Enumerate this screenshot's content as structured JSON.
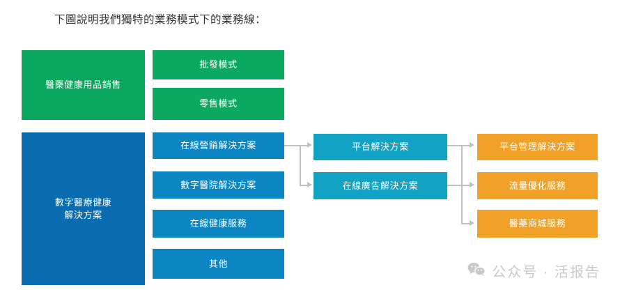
{
  "caption": "下圖說明我們獨特的業務模式下的業務線：",
  "colors": {
    "green_group": "#07A65C",
    "green_sub": "#0AA95F",
    "blue_group": "#0A6CB0",
    "blue_sub": "#0B86C3",
    "teal_mid": "#11A2C4",
    "orange_right": "#F2A128",
    "connector": "#BFBFBF",
    "caption_text": "#2F3337",
    "watermark_text": "#C9C9C9"
  },
  "diagram": {
    "type": "flow",
    "groups": [
      {
        "name": "pharma-health-products-sales",
        "label": "醫藥健康用品銷售",
        "children": [
          {
            "name": "wholesale-mode",
            "label": "批發模式"
          },
          {
            "name": "retail-mode",
            "label": "零售模式"
          }
        ]
      },
      {
        "name": "digital-medical-health-solutions",
        "label": "數字醫療健康\n解決方案",
        "label_line1": "數字醫療健康",
        "label_line2": "解決方案",
        "children": [
          {
            "name": "online-marketing-solution",
            "label": "在線營銷解決方案"
          },
          {
            "name": "digital-hospital-solution",
            "label": "數字醫院解決方案"
          },
          {
            "name": "online-health-service",
            "label": "在線健康服務"
          },
          {
            "name": "other",
            "label": "其他"
          }
        ]
      }
    ],
    "middle_column": [
      {
        "name": "platform-solution",
        "label": "平台解決方案"
      },
      {
        "name": "online-advertising-solution",
        "label": "在線廣告解決方案"
      }
    ],
    "right_column": [
      {
        "name": "platform-management-solution",
        "label": "平台管理解決方案"
      },
      {
        "name": "traffic-optimization-service",
        "label": "流量優化服務"
      },
      {
        "name": "pharma-mall-service",
        "label": "醫藥商城服務"
      }
    ]
  },
  "watermark": {
    "icon": "wechat-icon",
    "text": "公众号 · 活报告"
  }
}
